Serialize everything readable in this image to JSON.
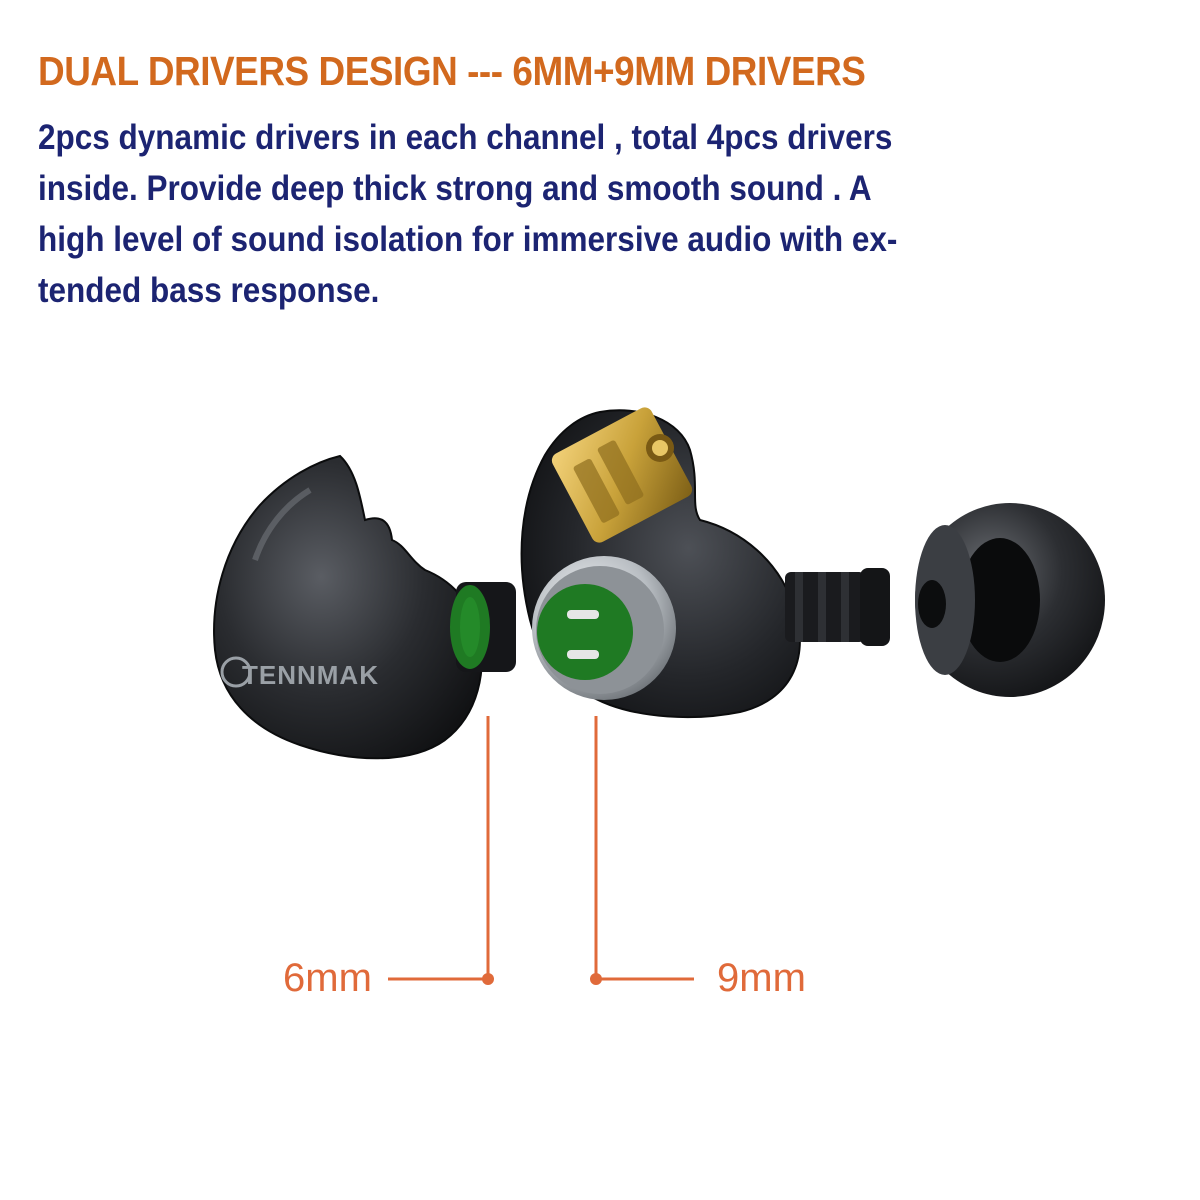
{
  "heading": "DUAL DRIVERS DESIGN --- 6MM+9MM DRIVERS",
  "description": "2pcs dynamic drivers in each channel , total 4pcs drivers inside. Provide deep thick strong and smooth sound . A high level of sound isolation for immersive audio with ex-tended bass response.",
  "product": {
    "brand": "TENNMAK"
  },
  "callouts": {
    "small_driver": "6mm",
    "large_driver": "9mm"
  },
  "colors": {
    "heading": "#d2691e",
    "body": "#1c2472",
    "callout": "#e06a3a",
    "shell": "#25272b",
    "driver_green": "#1f7a23",
    "metal_ring": "#c9cdd1",
    "gold": "#c9a23a"
  }
}
